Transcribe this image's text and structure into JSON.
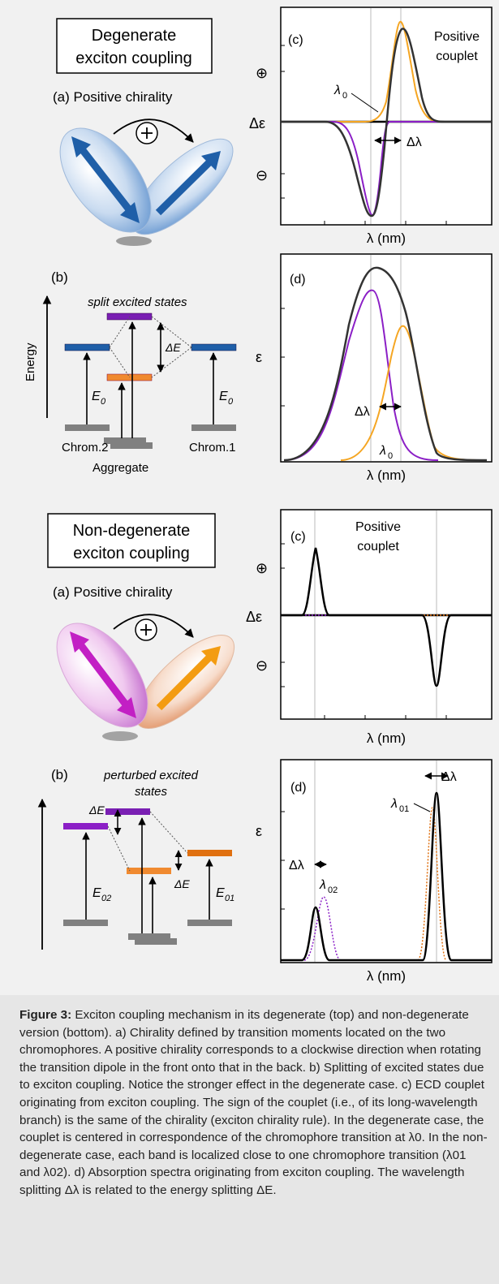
{
  "top": {
    "title_line1": "Degenerate",
    "title_line2": "exciton coupling",
    "chirality_label": "(a) Positive chirality",
    "plus_symbol": "⊕",
    "b_label": "(b)",
    "split_label": "split excited states",
    "energy_label": "Energy",
    "delta_e": "ΔE",
    "e0": "E",
    "e0_sub": "0",
    "chrom2": "Chrom.2",
    "chrom1": "Chrom.1",
    "aggregate": "Aggregate"
  },
  "top_c": {
    "panel_label": "(c)",
    "couplet_line1": "Positive",
    "couplet_line2": "couplet",
    "plus_sign": "⊕",
    "minus_sign": "⊖",
    "y_label": "Δε",
    "lambda0": "λ",
    "lambda0_sub": "0",
    "delta_lambda": "Δλ",
    "x_label": "λ (nm)"
  },
  "top_d": {
    "panel_label": "(d)",
    "y_label": "ε",
    "delta_lambda": "Δλ",
    "lambda0": "λ",
    "lambda0_sub": "0",
    "x_label": "λ (nm)"
  },
  "bottom": {
    "title_line1": "Non-degenerate",
    "title_line2": "exciton coupling",
    "chirality_label": "(a) Positive chirality",
    "plus_symbol": "⊕",
    "b_label": "(b)",
    "perturbed_line1": "perturbed excited",
    "perturbed_line2": "states",
    "delta_e": "ΔE",
    "e02": "E",
    "e02_sub": "02",
    "e01": "E",
    "e01_sub": "01"
  },
  "bottom_c": {
    "panel_label": "(c)",
    "couplet_line1": "Positive",
    "couplet_line2": "couplet",
    "plus_sign": "⊕",
    "minus_sign": "⊖",
    "y_label": "Δε",
    "x_label": "λ (nm)"
  },
  "bottom_d": {
    "panel_label": "(d)",
    "y_label": "ε",
    "delta_lambda": "Δλ",
    "lambda01": "λ",
    "lambda01_sub": "01",
    "lambda02": "λ",
    "lambda02_sub": "02",
    "x_label": "λ (nm)"
  },
  "colors": {
    "blue": "#1f5fa8",
    "purple": "#8b1fc6",
    "orange": "#f5a623",
    "dark_orange": "#e07010",
    "magenta": "#c21fc4",
    "gray": "#707070"
  },
  "caption": {
    "label": "Figure 3:",
    "text": "Exciton coupling mechanism in its degenerate (top) and non-degenerate version (bottom). a) Chirality defined by transition moments located on the two chromophores. A positive chirality corresponds to a clockwise direction when rotating the transition dipole in the front onto that in the back. b) Splitting of excited states due to exciton coupling. Notice the stronger effect in the degenerate case. c) ECD couplet originating from exciton coupling. The sign of the couplet (i.e., of its long-wavelength branch) is the same of the chirality (exciton chirality rule). In the degenerate case, the couplet is centered in correspondence of the chromophore transition at λ0. In the non-degenerate case, each band is localized close to one chromophore transition (λ01 and λ02). d) Absorption spectra originating from exciton coupling. The wavelength splitting Δλ is related to the energy splitting ΔE."
  }
}
